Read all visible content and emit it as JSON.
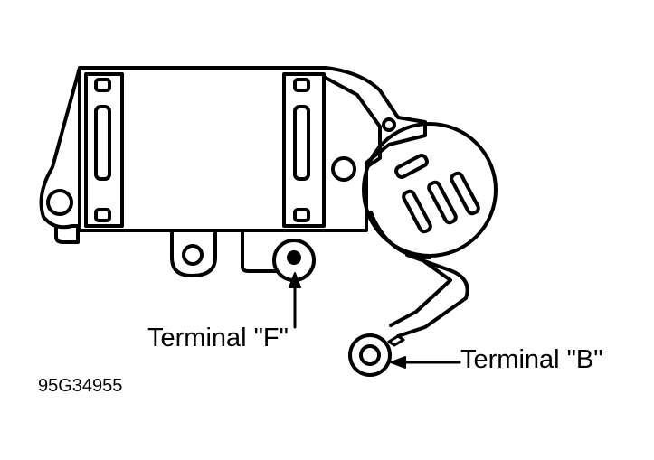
{
  "labels": {
    "terminal_f": "Terminal \"F\"",
    "terminal_b": "Terminal \"B\""
  },
  "figure_code": "95G34955",
  "colors": {
    "ink": "#000000",
    "paper": "#ffffff"
  }
}
